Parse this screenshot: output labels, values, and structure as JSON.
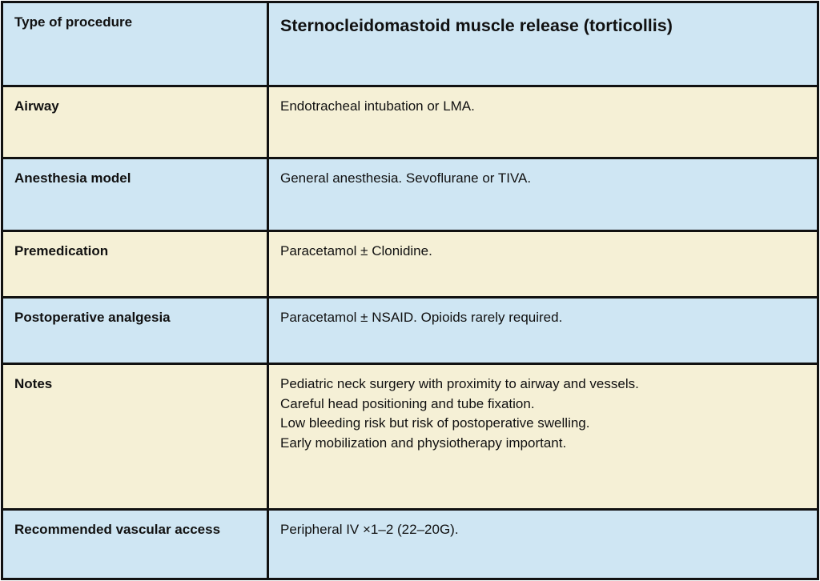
{
  "table": {
    "title": "Sternocleidomastoid muscle release (torticollis)",
    "colors": {
      "row_blue": "#cfe6f3",
      "row_cream": "#f5f0d6",
      "border": "#111111",
      "text": "#111111"
    },
    "rows": [
      {
        "label": "Type of procedure",
        "value": "Sternocleidomastoid muscle release (torticollis)"
      },
      {
        "label": "Airway",
        "value": "Endotracheal intubation or LMA."
      },
      {
        "label": "Anesthesia model",
        "value": "General anesthesia. Sevoflurane or TIVA."
      },
      {
        "label": "Premedication",
        "value": "Paracetamol ± Clonidine."
      },
      {
        "label": "Postoperative analgesia",
        "value": "Paracetamol ± NSAID. Opioids rarely required."
      },
      {
        "label": "Notes",
        "lines": [
          "Pediatric neck surgery with proximity to airway and vessels.",
          "Careful head positioning and tube fixation.",
          "Low bleeding risk but risk of postoperative swelling.",
          "Early mobilization and physiotherapy important."
        ]
      },
      {
        "label": "Recommended vascular access",
        "value": "Peripheral IV ×1–2 (22–20G)."
      }
    ]
  }
}
